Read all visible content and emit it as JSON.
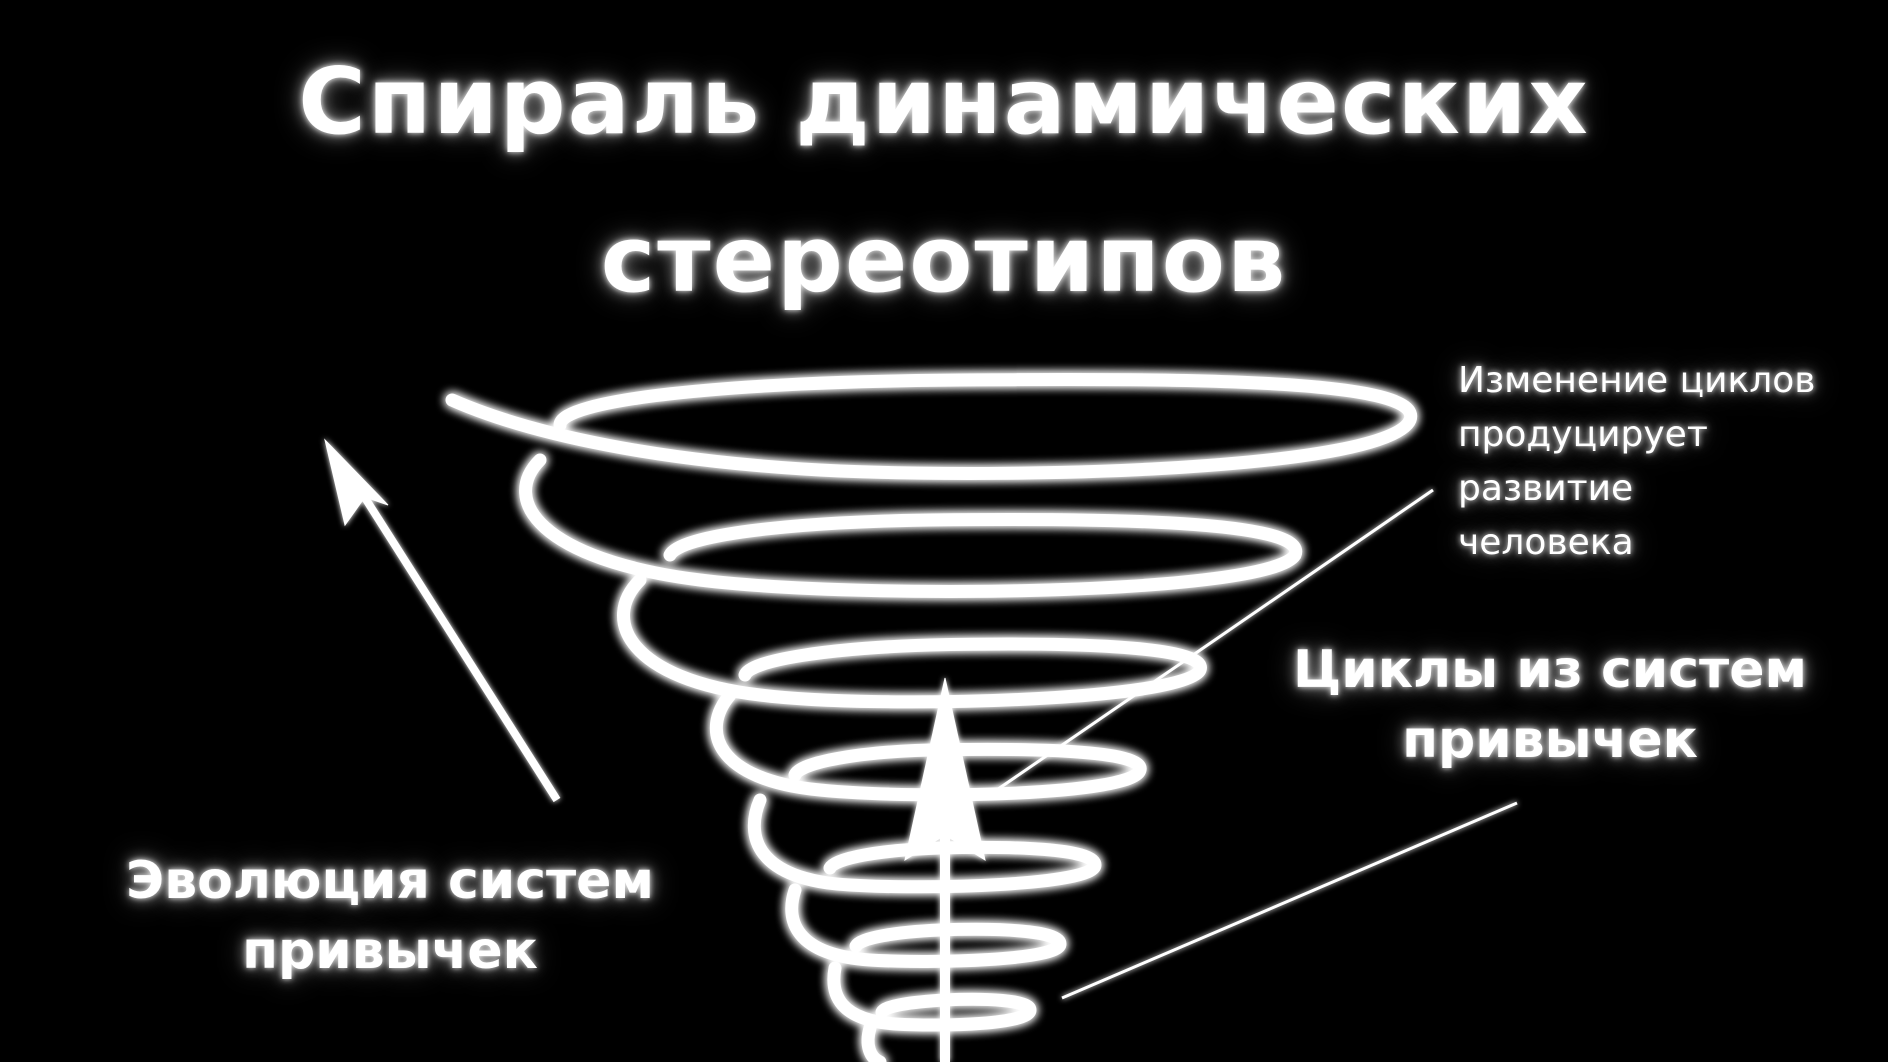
{
  "title": {
    "line1": "Спираль динамических",
    "line2": "стереотипов"
  },
  "labels": {
    "change_cycles": {
      "lines": [
        "Изменение циклов",
        "продуцирует",
        "развитие",
        "человека"
      ]
    },
    "habit_cycles": {
      "lines": [
        "Циклы из систем",
        "привычек"
      ]
    },
    "evolution": {
      "lines": [
        "Эволюция систем",
        "привычек"
      ]
    }
  },
  "colors": {
    "background": "#000000",
    "foreground": "#ffffff"
  }
}
